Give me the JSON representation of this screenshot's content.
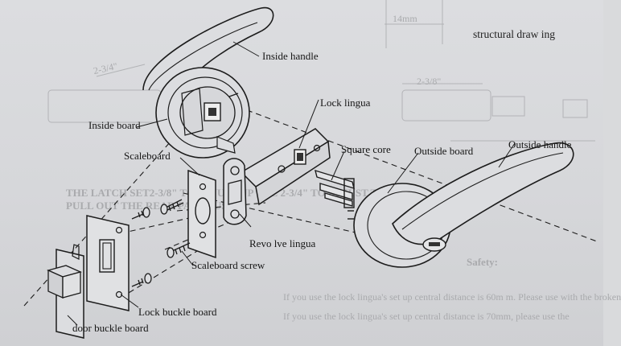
{
  "page_title": "structural draw ing",
  "labels": {
    "inside_handle": "Inside handle",
    "inside_board": "Inside board",
    "lock_lingua": "Lock lingua",
    "square_core": "Square core",
    "outside_board": "Outside board",
    "outside_handle": "Outside handle",
    "scaleboard": "Scaleboard",
    "revolve_lingua": "Revo lve lingua",
    "scaleboard_screw": "Scaleboard screw",
    "lock_buckle_board": "Lock buckle board",
    "door_buckle_board": "door buckle board"
  },
  "background_text": {
    "dim_top": "14mm",
    "dim_a": "2-3/4\"",
    "dim_b": "2-3/8\"",
    "note_1": "THE LATCH SET2-3/8\" TO ADJUST UP THE 2-3/4\" TO ADJUST TO 2-3/",
    "note_2": "PULL OUT THE REAR PART          PUSH",
    "note_3": "Safety:",
    "note_4": "If you use the lock lingua's set up central distance is 60m m. Please use with the broken",
    "note_5": "If you use the lock lingua's set up central distance is 70mm, please use the"
  },
  "colors": {
    "ink": "#1c1c1c",
    "paper": "#d9dadc",
    "faded": "#a9aaad"
  }
}
